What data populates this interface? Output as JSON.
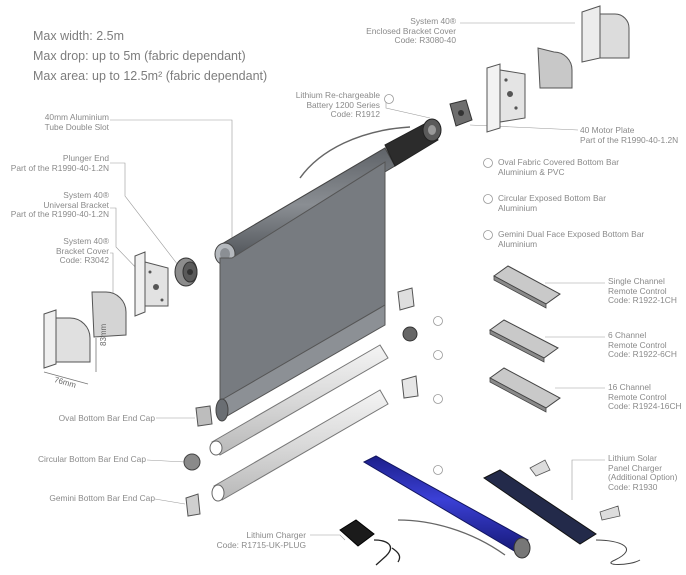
{
  "specs": [
    "Max width: 2.5m",
    "Max drop: up to 5m (fabric dependant)",
    "Max area: up to 12.5m² (fabric dependant)"
  ],
  "labels": {
    "enclosed_cover": {
      "title": "System 40®",
      "line2": "Enclosed Bracket Cover",
      "code": "Code: R3080-40"
    },
    "battery": {
      "title": "Lithium Re-chargeable",
      "line2": "Battery 1200 Series",
      "code": "Code: R1912"
    },
    "tube": {
      "title": "40mm Aluminium",
      "line2": "Tube Double Slot"
    },
    "motor_plate": {
      "title": "40 Motor Plate",
      "line2": "Part of the R1990-40-1.2N"
    },
    "plunger": {
      "title": "Plunger End",
      "line2": "Part of the R1990-40-1.2N"
    },
    "universal_bracket": {
      "title": "System 40®",
      "line2": "Universal Bracket",
      "line3": "Part of the R1990-40-1.2N"
    },
    "bracket_cover": {
      "title": "System 40®",
      "line2": "Bracket Cover",
      "code": "Code: R3042"
    },
    "oval_bar": {
      "title": "Oval Fabric Covered Bottom Bar",
      "line2": "Aluminium & PVC"
    },
    "circular_bar": {
      "title": "Circular Exposed Bottom Bar",
      "line2": "Aluminium"
    },
    "gemini_bar": {
      "title": "Gemini Dual Face Exposed Bottom Bar",
      "line2": "Aluminium"
    },
    "single_remote": {
      "title": "Single Channel",
      "line2": "Remote Control",
      "code": "Code: R1922-1CH"
    },
    "six_remote": {
      "title": "6 Channel",
      "line2": "Remote Control",
      "code": "Code: R1922-6CH"
    },
    "sixteen_remote": {
      "title": "16 Channel",
      "line2": "Remote Control",
      "code": "Code: R1924-16CH"
    },
    "oval_cap": {
      "title": "Oval Bottom Bar End Cap"
    },
    "circular_cap": {
      "title": "Circular Bottom Bar End Cap"
    },
    "gemini_cap": {
      "title": "Gemini Bottom Bar End Cap"
    },
    "solar": {
      "title": "Lithium Solar",
      "line2": "Panel Charger",
      "line3": "(Additional Option)",
      "code": "Code: R1930"
    },
    "charger": {
      "title": "Lithium Charger",
      "code": "Code: R1715-UK-PLUG"
    }
  },
  "dimensions": {
    "height": "83mm",
    "width": "76mm"
  },
  "colors": {
    "fabric": "#777b80",
    "motor": "#2b2fc0",
    "solar": "#232a4a",
    "line": "#9a9a9a"
  }
}
